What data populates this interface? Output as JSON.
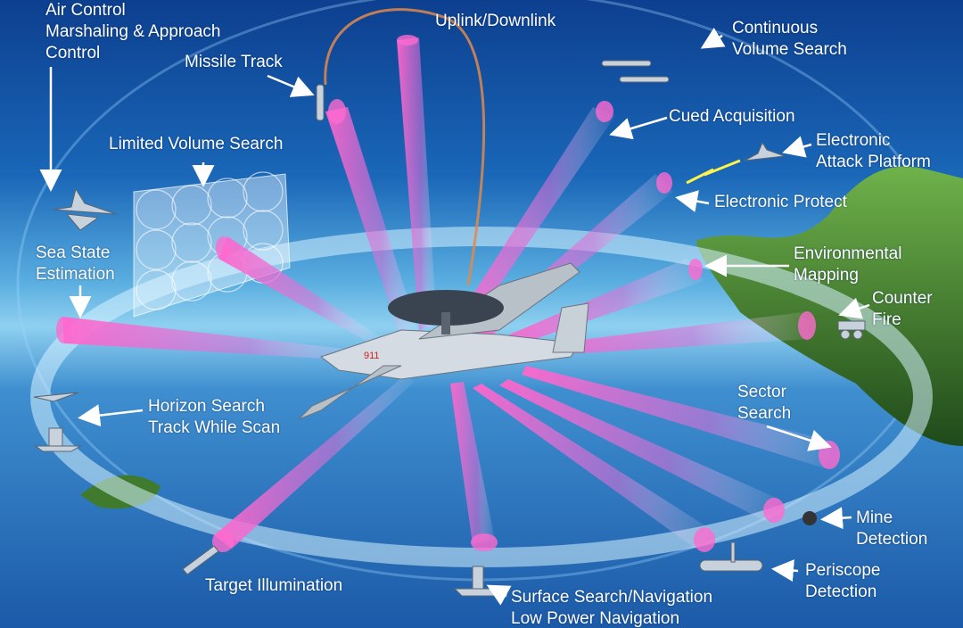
{
  "labels": {
    "air_control": [
      "Air Control",
      "Marshaling & Approach",
      "Control"
    ],
    "missile_track": [
      "Missile Track"
    ],
    "uplink_downlink": [
      "Uplink/Downlink"
    ],
    "continuous_volume_search": [
      "Continuous",
      "Volume Search"
    ],
    "cued_acquisition": [
      "Cued Acquisition"
    ],
    "electronic_attack_platform": [
      "Electronic",
      "Attack Platform"
    ],
    "limited_volume_search": [
      "Limited Volume Search"
    ],
    "electronic_protect": [
      "Electronic Protect"
    ],
    "environmental_mapping": [
      "Environmental",
      "Mapping"
    ],
    "sea_state_estimation": [
      "Sea State",
      "Estimation"
    ],
    "counter_fire": [
      "Counter",
      "Fire"
    ],
    "horizon_search": [
      "Horizon Search",
      "Track While Scan"
    ],
    "sector_search": [
      "Sector",
      "Search"
    ],
    "mine_detection": [
      "Mine",
      "Detection"
    ],
    "periscope_detection": [
      "Periscope",
      "Detection"
    ],
    "target_illumination": [
      "Target Illumination"
    ],
    "surface_search": [
      "Surface Search/Navigation",
      "Low Power Navigation"
    ]
  },
  "aircraft": {
    "hull_number": "911"
  },
  "colors": {
    "sky": "#0f4a9e",
    "sea": "#1f63b3",
    "beam": "#e052c8",
    "ring": "#bfeaff",
    "island": "#3d7a2c",
    "label": "#ffffff"
  }
}
